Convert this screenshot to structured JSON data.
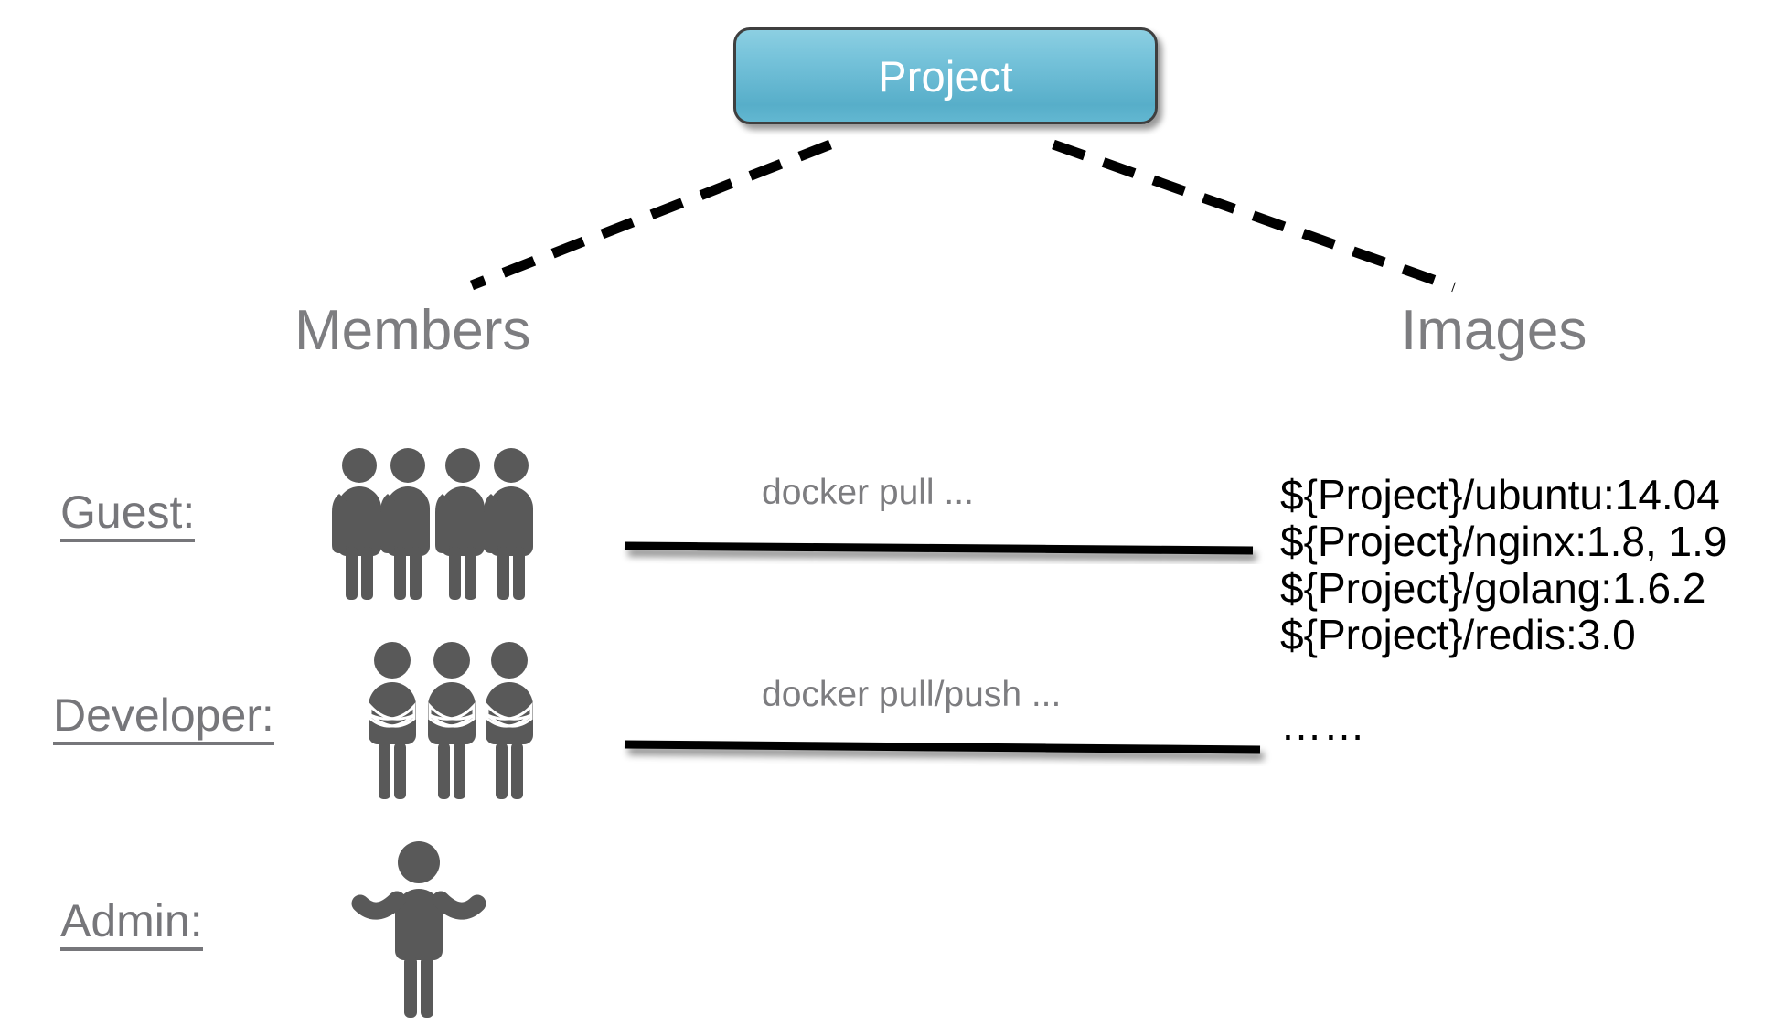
{
  "diagram": {
    "title": "Project",
    "root": {
      "label": "Project",
      "fill_top": "#8ccfe2",
      "fill_bottom": "#57aec9",
      "border_color": "#3f3f3f",
      "text_color": "#ffffff"
    },
    "columns": [
      {
        "id": "members",
        "label": "Members",
        "color": "#7d7d80"
      },
      {
        "id": "images",
        "label": "Images",
        "color": "#7d7d80"
      }
    ],
    "roles": [
      {
        "id": "guest",
        "label": "Guest:",
        "figure_count": 4,
        "figure_kind": "person-standing",
        "figure_color": "#595959",
        "action": "docker pull ..."
      },
      {
        "id": "developer",
        "label": "Developer:",
        "figure_count": 3,
        "figure_kind": "person-arms-crossed",
        "figure_color": "#595959",
        "action": "docker pull/push ..."
      },
      {
        "id": "admin",
        "label": "Admin:",
        "figure_count": 1,
        "figure_kind": "person-arms-open",
        "figure_color": "#595959",
        "action": ""
      }
    ],
    "images": [
      "${Project}/ubuntu:14.04",
      "${Project}/nginx:1.8,  1.9",
      "${Project}/golang:1.6.2",
      "${Project}/redis:3.0"
    ],
    "images_more": "……",
    "connector_style": {
      "tree_edges": "dashed",
      "tree_edge_color": "#000000",
      "action_edges": "solid",
      "action_edge_color": "#000000"
    }
  }
}
